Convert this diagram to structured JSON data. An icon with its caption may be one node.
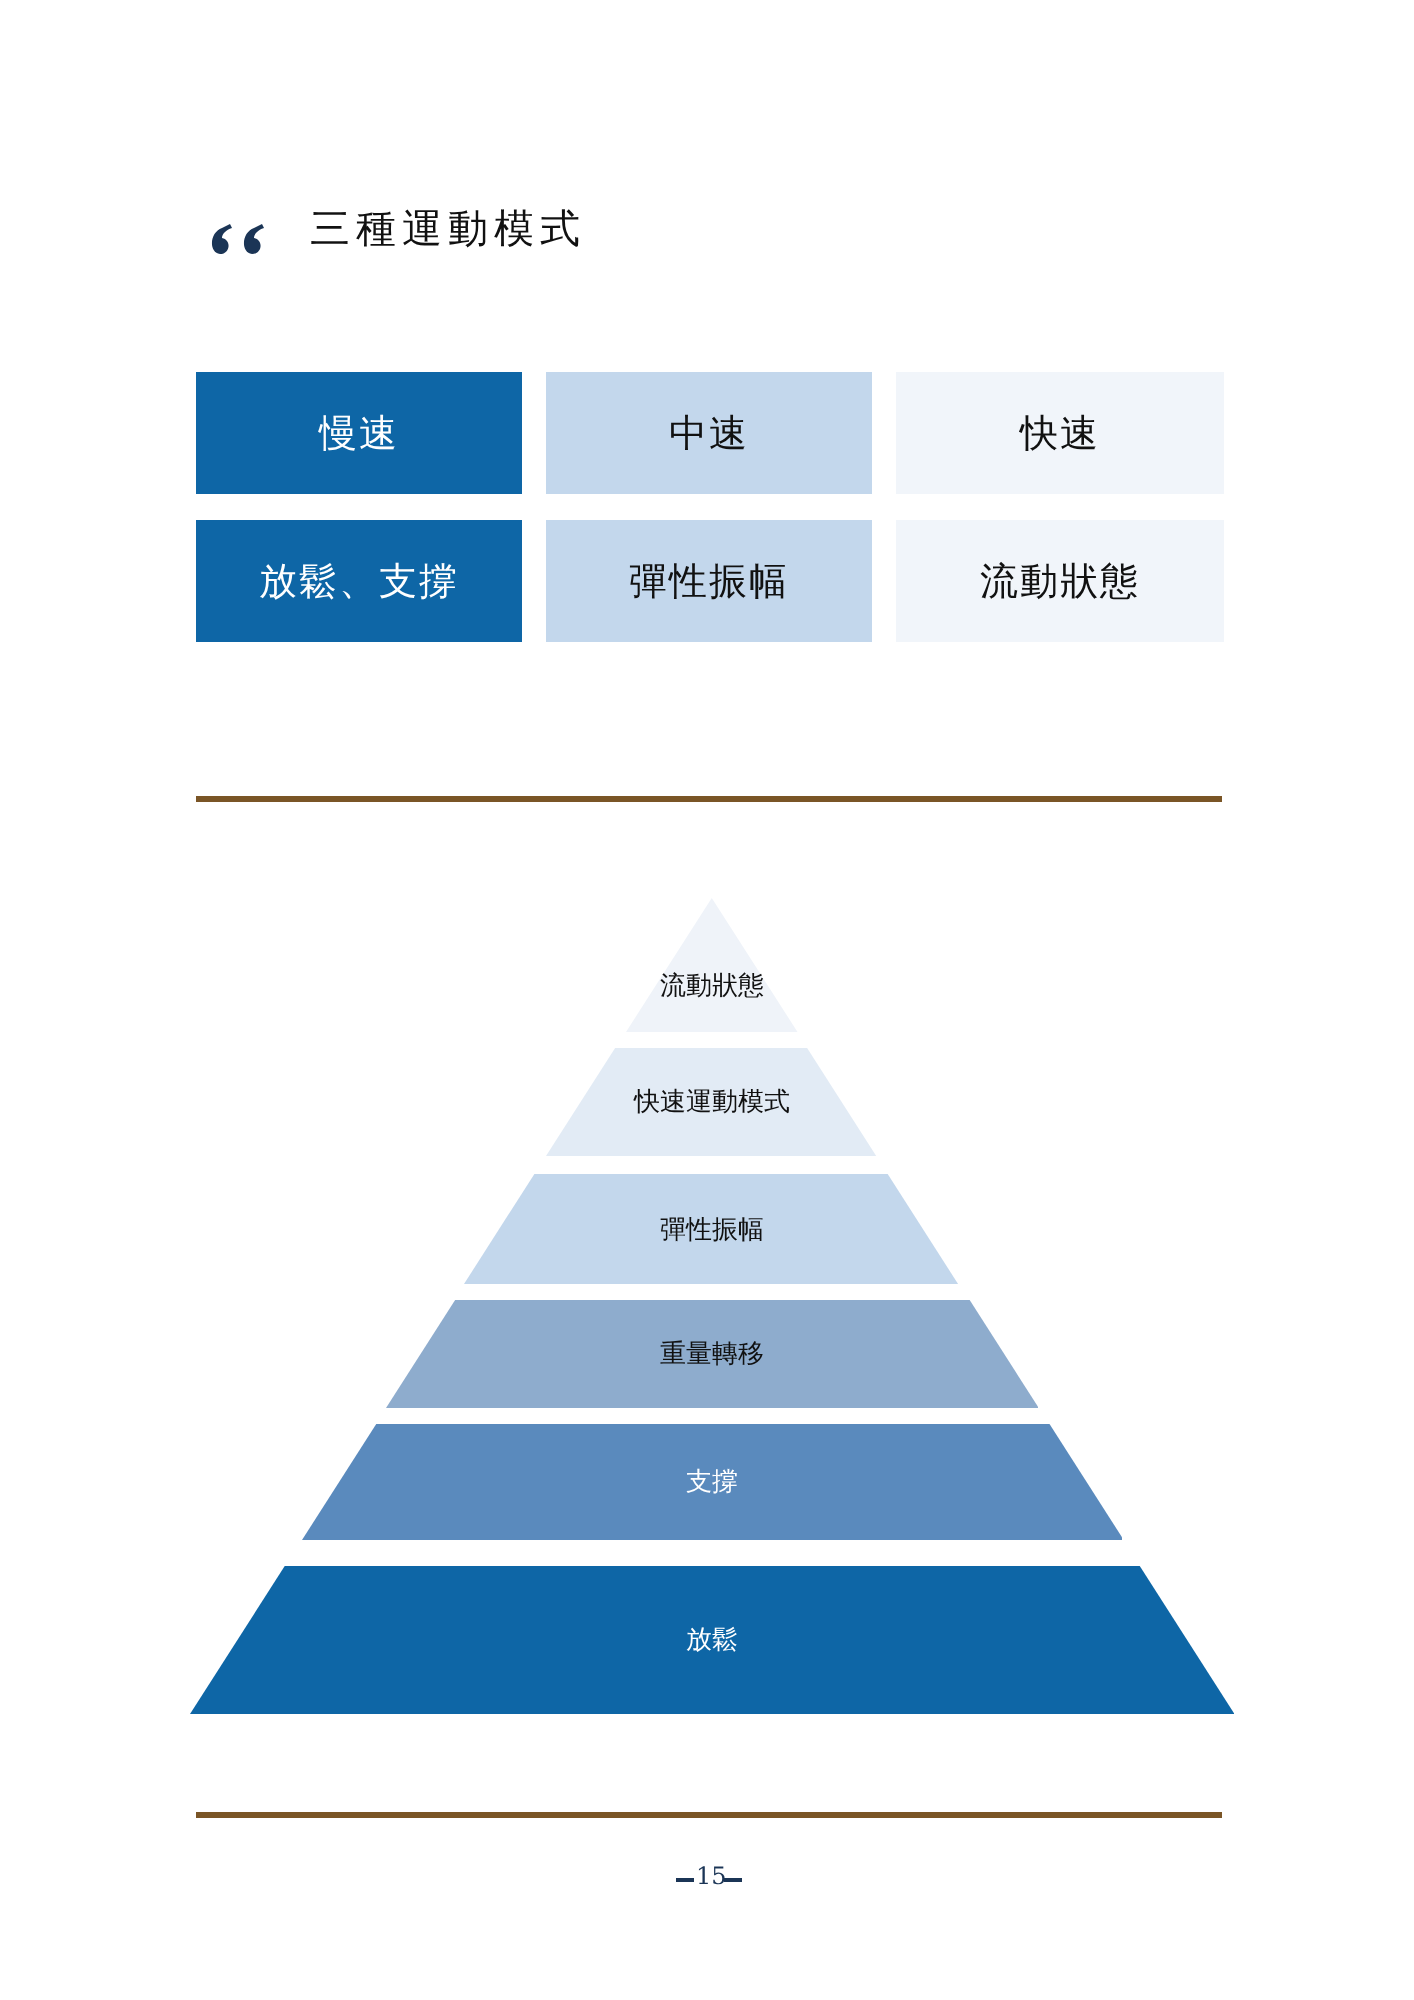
{
  "diagram": {
    "title": "三種運動模式",
    "nodes": [
      {
        "text": [
          "慢速"
        ]
      },
      {
        "text": [
          "中速"
        ]
      },
      {
        "text": [
          "快速"
        ]
      },
      {
        "text": [
          "放鬆、支撐"
        ]
      },
      {
        "text": [
          "彈性振幅"
        ]
      },
      {
        "text": [
          "流動狀態"
        ]
      },
      {
        "text": [
          "流動狀態"
        ]
      },
      {
        "text": [
          "快速運動模式"
        ]
      },
      {
        "text": [
          "彈性振幅"
        ]
      },
      {
        "text": [
          "重量轉移"
        ]
      },
      {
        "text": [
          "支撐"
        ]
      },
      {
        "text": [
          "放鬆"
        ]
      }
    ],
    "labels": [
      "15"
    ]
  }
}
